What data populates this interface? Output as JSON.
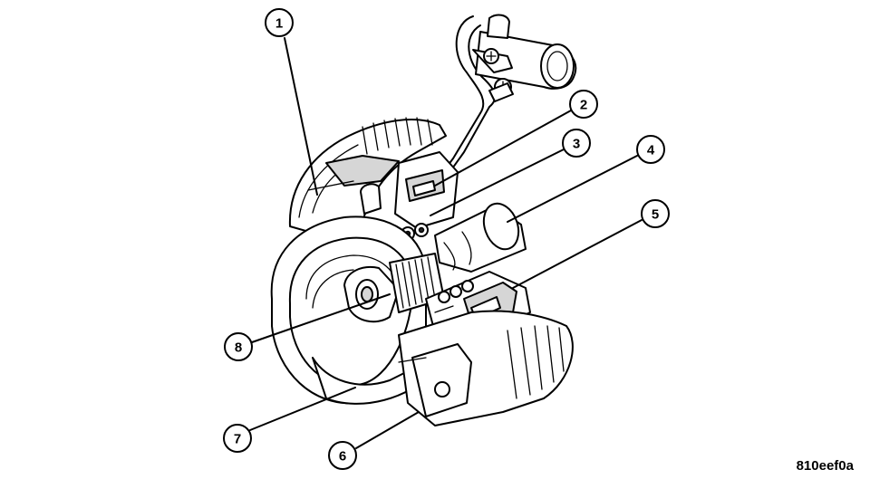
{
  "figure_id": "810eef0a",
  "callouts": [
    {
      "number": "1"
    },
    {
      "number": "2"
    },
    {
      "number": "3"
    },
    {
      "number": "4"
    },
    {
      "number": "5"
    },
    {
      "number": "6"
    },
    {
      "number": "7"
    },
    {
      "number": "8"
    }
  ]
}
